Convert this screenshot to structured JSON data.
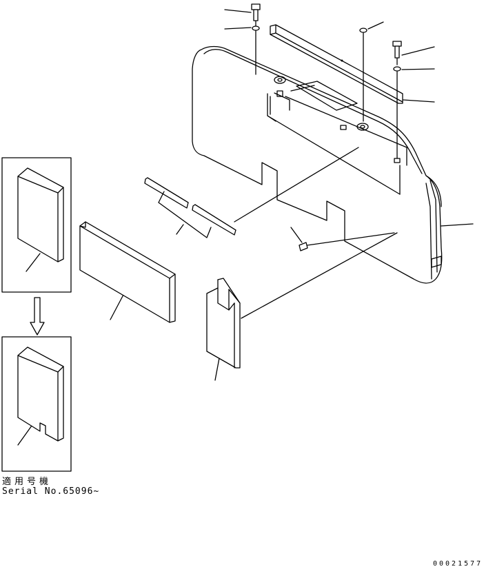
{
  "serial_note": {
    "applicable_label": "適用号機",
    "serial_text": "Serial No.65096~"
  },
  "drawing_number": "00021577"
}
